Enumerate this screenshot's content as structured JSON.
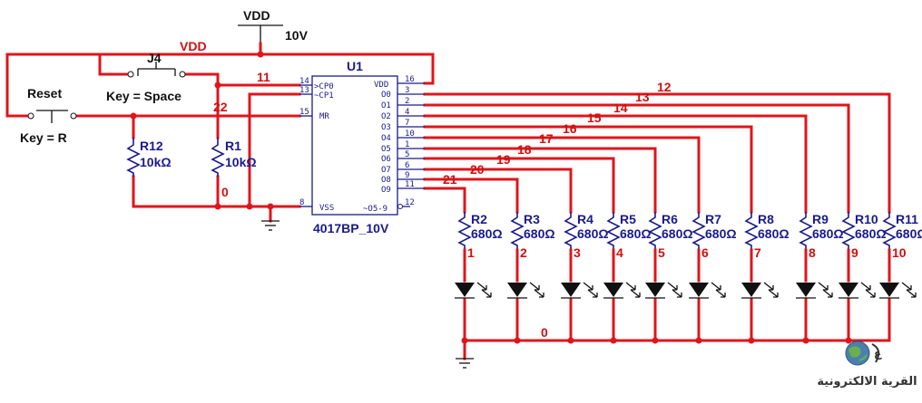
{
  "supply": {
    "label": "VDD",
    "value": "10V",
    "net_label": "VDD"
  },
  "switches": {
    "j4": {
      "ref": "J4",
      "key": "Key = Space"
    },
    "reset": {
      "ref": "Reset",
      "key": "Key = R"
    }
  },
  "resistors_pullup": [
    {
      "ref": "R12",
      "value": "10kΩ"
    },
    {
      "ref": "R1",
      "value": "10kΩ"
    }
  ],
  "ic": {
    "ref": "U1",
    "part": "4017BP_10V",
    "left_pins": [
      {
        "num": "14",
        "name": ">CP0"
      },
      {
        "num": "13",
        "name": "~CP1"
      },
      {
        "num": "15",
        "name": "MR"
      },
      {
        "num": "8",
        "name": "VSS"
      }
    ],
    "right_pins": [
      {
        "num": "16",
        "name": "VDD"
      },
      {
        "num": "3",
        "name": "O0"
      },
      {
        "num": "2",
        "name": "O1"
      },
      {
        "num": "4",
        "name": "O2"
      },
      {
        "num": "7",
        "name": "O3"
      },
      {
        "num": "10",
        "name": "O4"
      },
      {
        "num": "1",
        "name": "O5"
      },
      {
        "num": "5",
        "name": "O6"
      },
      {
        "num": "6",
        "name": "O7"
      },
      {
        "num": "9",
        "name": "O8"
      },
      {
        "num": "11",
        "name": "O9"
      },
      {
        "num": "12",
        "name": "~O5-9"
      }
    ]
  },
  "nets": {
    "n11": "11",
    "n22": "22",
    "n0_left": "0",
    "n0_bottom": "0"
  },
  "output_nets": [
    "12",
    "13",
    "14",
    "15",
    "16",
    "17",
    "18",
    "19",
    "20",
    "21"
  ],
  "led_resistors": [
    {
      "ref": "R2",
      "value": "680Ω",
      "net": "1"
    },
    {
      "ref": "R3",
      "value": "680Ω",
      "net": "2"
    },
    {
      "ref": "R4",
      "value": "680Ω",
      "net": "3"
    },
    {
      "ref": "R5",
      "value": "680Ω",
      "net": "4"
    },
    {
      "ref": "R6",
      "value": "680Ω",
      "net": "5"
    },
    {
      "ref": "R7",
      "value": "680Ω",
      "net": "6"
    },
    {
      "ref": "R8",
      "value": "680Ω",
      "net": "7"
    },
    {
      "ref": "R9",
      "value": "680Ω",
      "net": "8"
    },
    {
      "ref": "R10",
      "value": "680Ω",
      "net": "9"
    },
    {
      "ref": "R11",
      "value": "680Ω",
      "net": "10"
    }
  ],
  "colors": {
    "wire": "#e0141b",
    "component": "#1a1a8c",
    "label": "#111111",
    "net_text": "#d01010"
  },
  "logo": {
    "text": "القرية الالكترونية",
    "icon": "globe-icon"
  }
}
